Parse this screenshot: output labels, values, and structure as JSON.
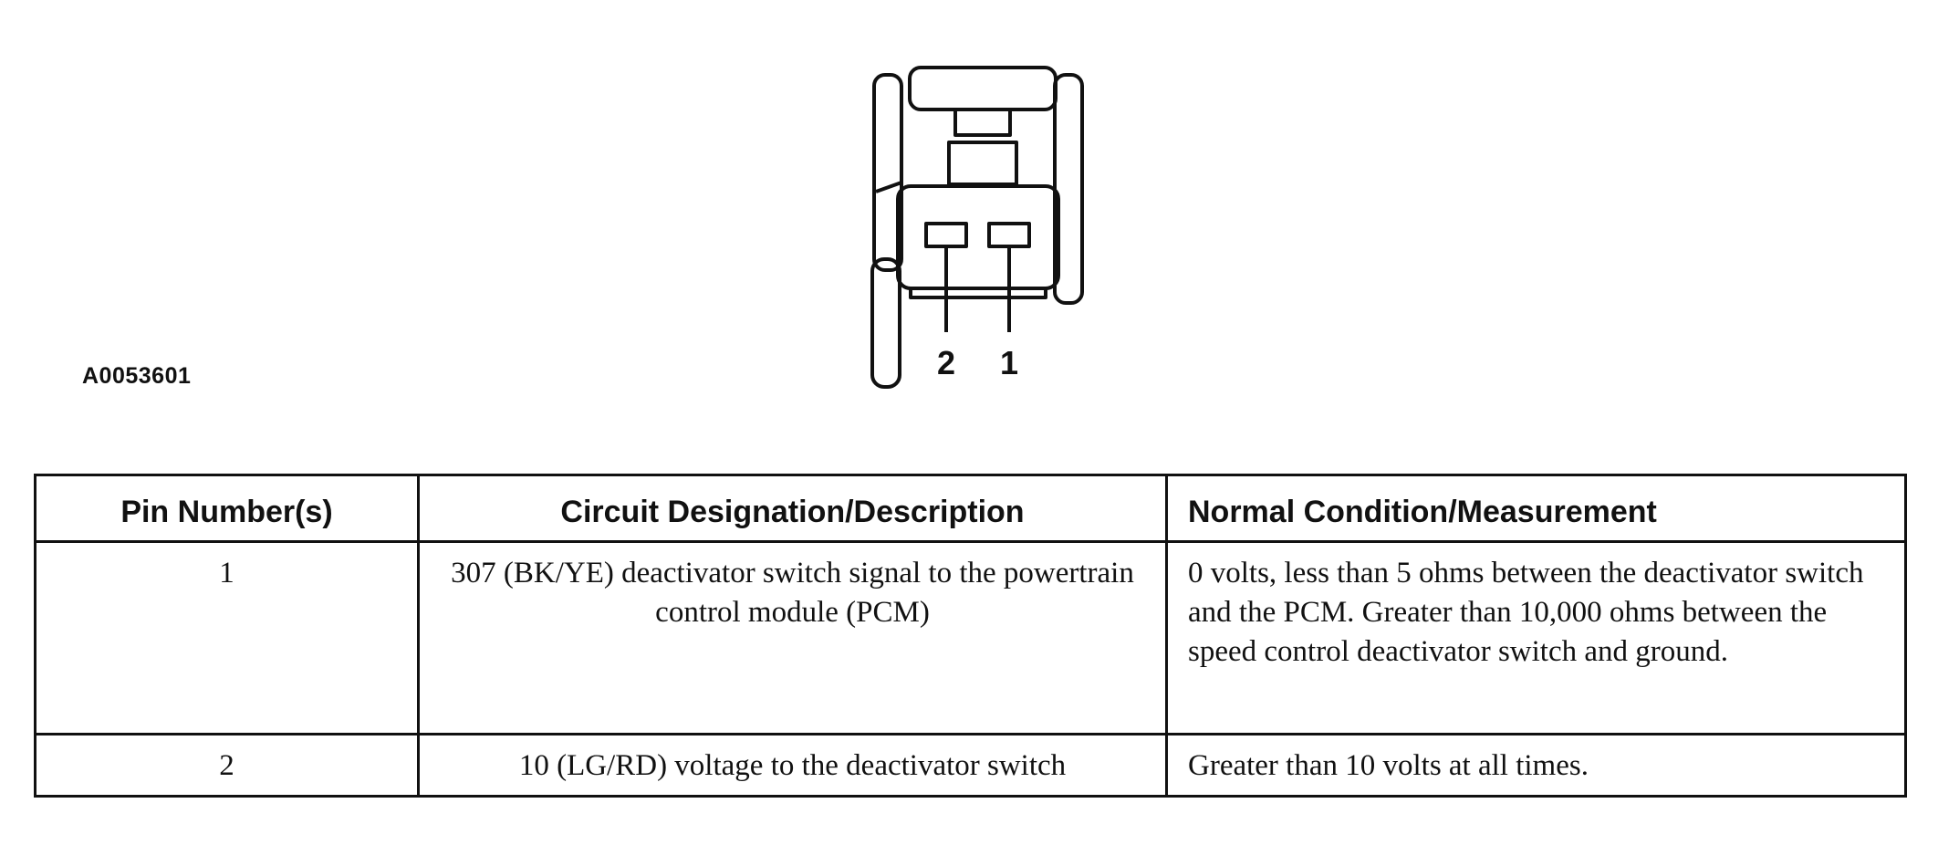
{
  "figure": {
    "id": "A0053601",
    "pin_labels": [
      "2",
      "1"
    ]
  },
  "table": {
    "headers": [
      "Pin Number(s)",
      "Circuit Designation/Description",
      "Normal Condition/Measurement"
    ],
    "rows": [
      {
        "pin": "1",
        "description": "307 (BK/YE) deactivator switch signal to the powertrain control module (PCM)",
        "condition": "0 volts, less than 5 ohms between the deactivator switch and the PCM. Greater than 10,000 ohms between the speed control deactivator switch and ground."
      },
      {
        "pin": "2",
        "description": "10 (LG/RD) voltage to the deactivator switch",
        "condition": "Greater than 10 volts at all times."
      }
    ]
  }
}
